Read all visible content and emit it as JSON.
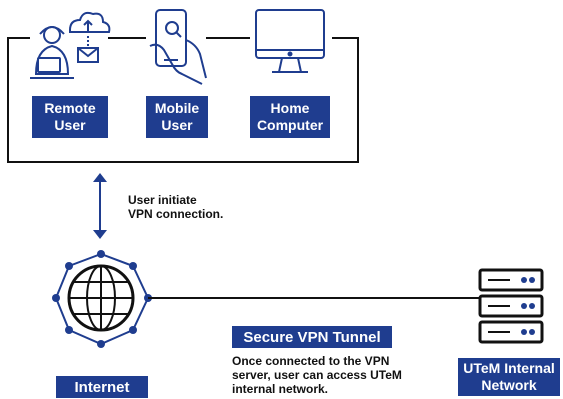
{
  "devices": {
    "remote_user": "Remote\nUser",
    "mobile_user": "Mobile\nUser",
    "home_computer": "Home\nComputer"
  },
  "connection_note": "User initiate\nVPN connection.",
  "tunnel": {
    "title": "Secure VPN Tunnel",
    "description": "Once connected to the VPN\nserver, user can access UTeM\ninternal network."
  },
  "internet_label": "Internet",
  "network_label": "UTeM Internal\nNetwork",
  "colors": {
    "accent": "#1f3d8f",
    "line": "#111111"
  }
}
